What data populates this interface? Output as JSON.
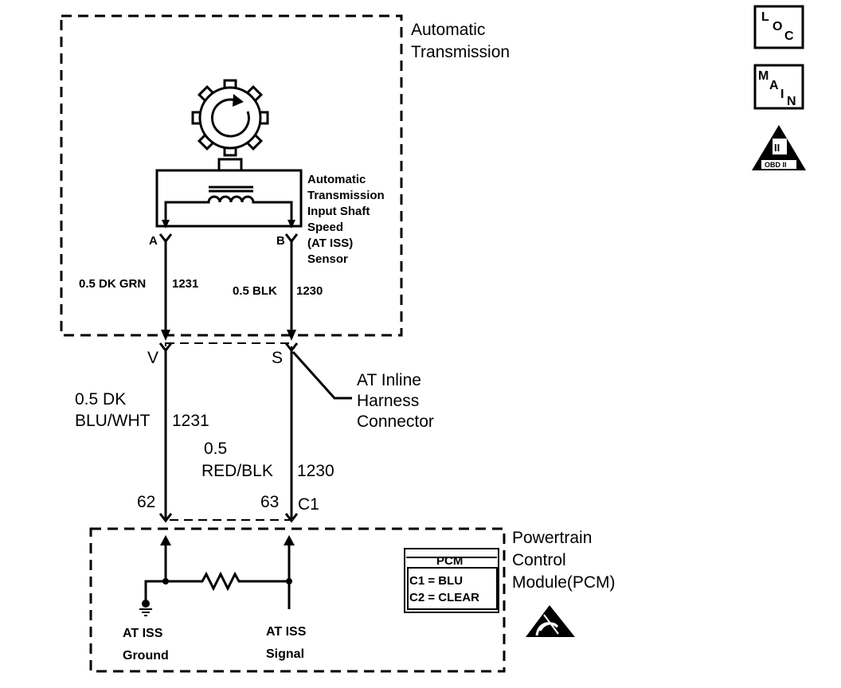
{
  "transmission": {
    "label_line1": "Automatic",
    "label_line2": "Transmission"
  },
  "sensor": {
    "label_lines": [
      "Automatic",
      "Transmission",
      "Input Shaft",
      "Speed",
      "(AT ISS)",
      "Sensor"
    ],
    "pin_a": "A",
    "pin_b": "B"
  },
  "upper_wires": {
    "left_color": "0.5 DK GRN",
    "left_circuit": "1231",
    "right_color": "0.5 BLK",
    "right_circuit": "1230"
  },
  "inline_connector": {
    "pin_v": "V",
    "pin_s": "S",
    "label_lines": [
      "AT Inline",
      "Harness",
      "Connector"
    ]
  },
  "lower_wires": {
    "left_color_line1": "0.5 DK",
    "left_color_line2": "BLU/WHT",
    "left_circuit": "1231",
    "right_color_line1": "0.5",
    "right_color_line2": "RED/BLK",
    "right_circuit": "1230"
  },
  "pcm_pins": {
    "left": "62",
    "right": "63",
    "connector": "C1"
  },
  "pcm": {
    "label_lines": [
      "Powertrain",
      "Control",
      "Module(PCM)"
    ],
    "legend_title": "PCM",
    "legend_c1": "C1 = BLU",
    "legend_c2": "C2 = CLEAR",
    "ground_line1": "AT ISS",
    "ground_line2": "Ground",
    "signal_line1": "AT ISS",
    "signal_line2": "Signal"
  },
  "icons": {
    "loc": [
      "L",
      "O",
      "C"
    ],
    "main": [
      "M",
      "A",
      "I",
      "N"
    ],
    "obd_numeral": "II",
    "obd_label": "OBD II"
  }
}
